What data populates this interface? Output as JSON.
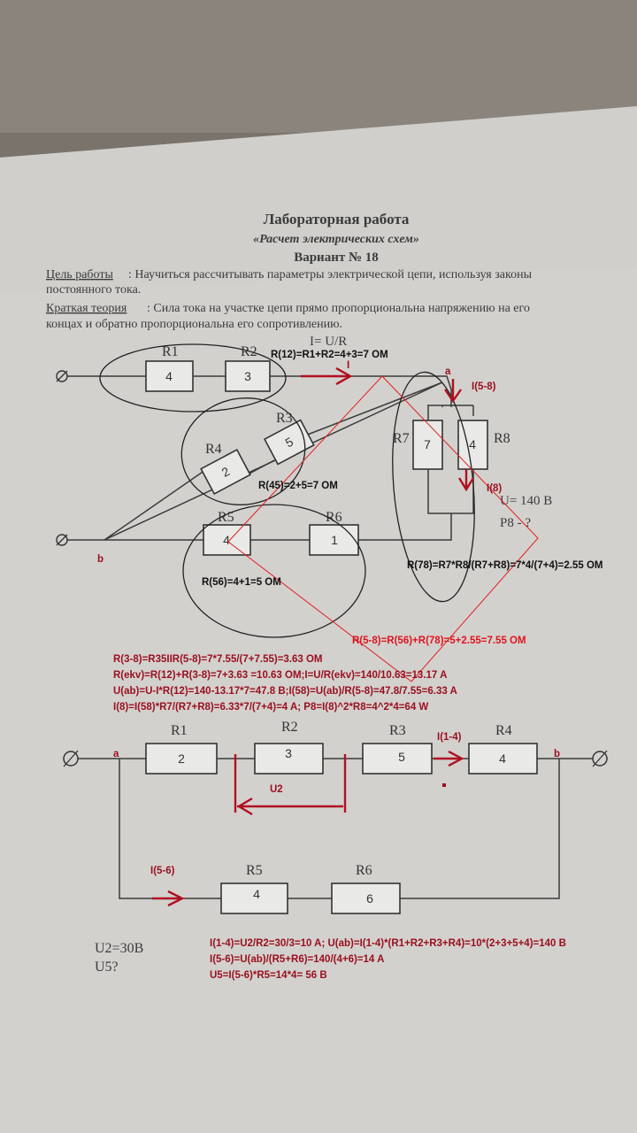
{
  "doc": {
    "title": "Лабораторная работа",
    "subtitle": "«Расчет электрических схем»",
    "variant": "Вариант № 18",
    "goal_label": "Цель работы",
    "goal_text": ": Научиться рассчитывать параметры электрической цепи, используя законы",
    "goal_text2": "постоянного тока.",
    "theory_label": "Краткая теория",
    "theory_text": ": Сила тока на участке цепи прямо пропорциональна  напряжению на его",
    "theory_text2": "концах и обратно пропорциональна его сопротивлению.",
    "formula": "I= U/R"
  },
  "circuit1": {
    "resistors": [
      {
        "label": "R1",
        "value": "4"
      },
      {
        "label": "R2",
        "value": "3"
      },
      {
        "label": "R3",
        "value": "5"
      },
      {
        "label": "R4",
        "value": "2"
      },
      {
        "label": "R5",
        "value": "4"
      },
      {
        "label": "R6",
        "value": "1"
      },
      {
        "label": "R7",
        "value": "7"
      },
      {
        "label": "R8",
        "value": "4"
      }
    ],
    "given_u": "U= 140 B",
    "find": "P8 - ?",
    "node_a": "a",
    "node_b": "b"
  },
  "notes1": {
    "r12": "R(12)=R1+R2=4+3=7 OM",
    "i": "I",
    "i58": "I(5-8)",
    "i8": "I(8)",
    "r45": "R(45)=2+5=7 OM",
    "r78": "R(78)=R7*R8/(R7+R8)=7*4/(7+4)=2.55 OM",
    "r56": "R(56)=4+1=5 OM",
    "r58": "R(5-8)=R(56)+R(78)=5+2.55=7.55 OM",
    "line1": "R(3-8)=R35IIR(5-8)=7*7.55/(7+7.55)=3.63 OM",
    "line2": "R(ekv)=R(12)+R(3-8)=7+3.63 =10.63 OM;I=U/R(ekv)=140/10.63=13.17 A",
    "line3": "U(ab)=U-I*R(12)=140-13.17*7=47.8 B;I(58)=U(ab)/R(5-8)=47.8/7.55=6.33 A",
    "line4": "I(8)=I(58)*R7/(R7+R8)=6.33*7/(7+4)=4 A;  P8=I(8)^2*R8=4^2*4=64 W"
  },
  "circuit2": {
    "resistors": [
      {
        "label": "R1",
        "value": "2"
      },
      {
        "label": "R2",
        "value": "3"
      },
      {
        "label": "R3",
        "value": "5"
      },
      {
        "label": "R4",
        "value": "4"
      },
      {
        "label": "R5",
        "value": "4"
      },
      {
        "label": "R6",
        "value": "6"
      }
    ],
    "node_a": "a",
    "node_b": "b",
    "i14": "I(1-4)",
    "u2": "U2",
    "i56": "I(5-6)",
    "given_u2": "U2=30B",
    "find_u5": "U5?"
  },
  "notes2": {
    "line1": "I(1-4)=U2/R2=30/3=10 A; U(ab)=I(1-4)*(R1+R2+R3+R4)=10*(2+3+5+4)=140 B",
    "line2": "I(5-6)=U(ab)/(R5+R6)=140/(4+6)=14 A",
    "line3": "U5=I(5-6)*R5=14*4= 56 B"
  }
}
